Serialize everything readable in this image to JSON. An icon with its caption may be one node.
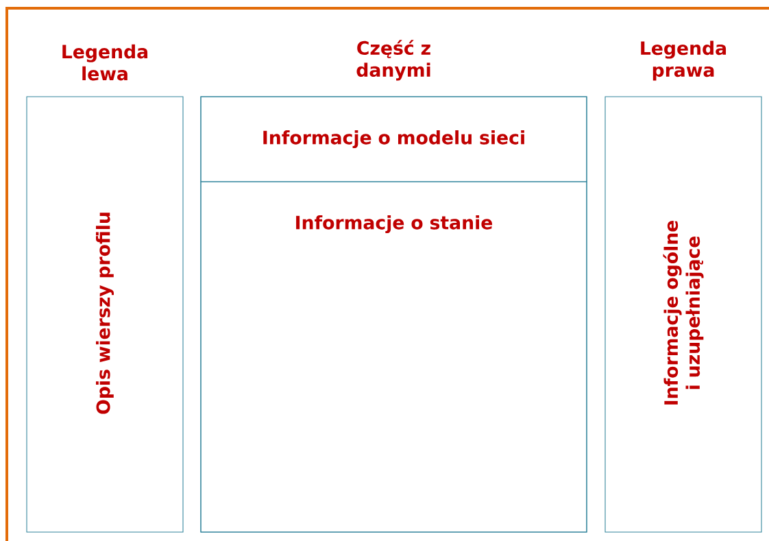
{
  "diagram": {
    "nodes": [
      {
        "text": [
          "Legenda lewa",
          "Opis wierszy profilu"
        ]
      },
      {
        "text": [
          "Część z danymi"
        ]
      },
      {
        "text": [
          "Informacje o modelu sieci"
        ],
        "in": 1
      },
      {
        "text": [
          "Informacje o stanie"
        ],
        "in": 1
      },
      {
        "text": [
          "Legenda prawa",
          "Informacje ogólne i uzupełniające"
        ]
      }
    ]
  }
}
